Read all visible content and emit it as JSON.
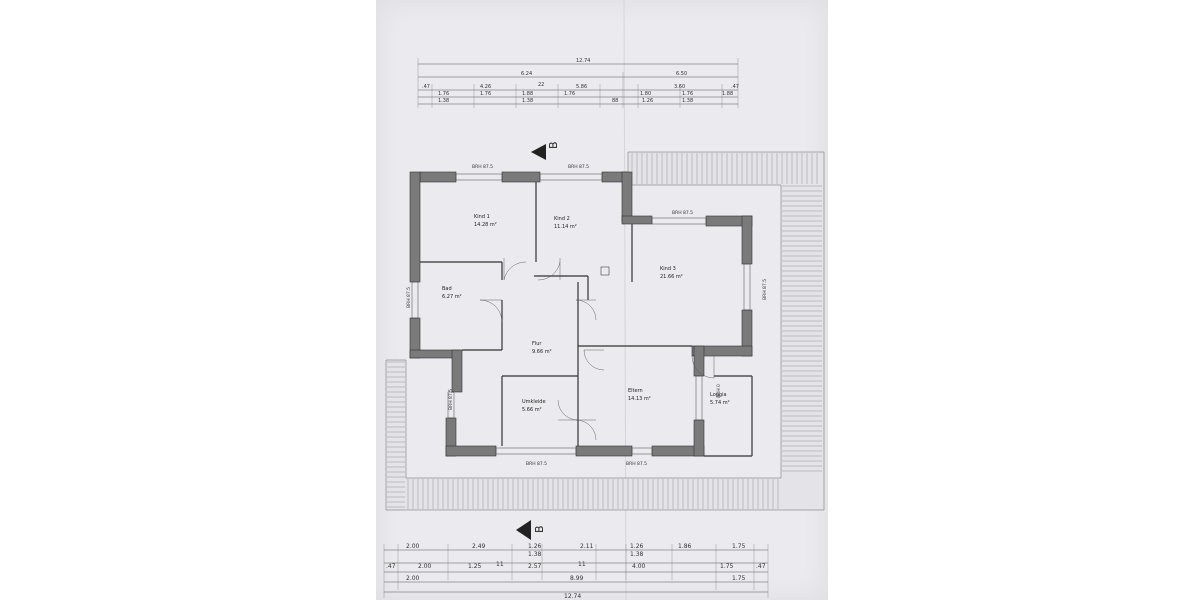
{
  "top_dims": {
    "row1": [
      "12.74"
    ],
    "row2": [
      "6.24",
      "6.50"
    ],
    "row3_partial": "22",
    "row4": [
      ".47",
      "4.26",
      "5.86",
      "3.60",
      ".47"
    ],
    "row5": [
      "1.76",
      "1.76",
      "1.88",
      "1.76",
      "1.80",
      "1.76",
      "1.88"
    ],
    "row6": [
      "1.38",
      "1.38",
      "1.38"
    ],
    "row7_mid": [
      "88",
      "1.26"
    ]
  },
  "section_marker": "B",
  "rooms": [
    {
      "name": "Kind 1",
      "area": "14.28 m²"
    },
    {
      "name": "Kind 2",
      "area": "11.14 m²"
    },
    {
      "name": "Kind 3",
      "area": "21.66 m²"
    },
    {
      "name": "Bad",
      "area": "6.27 m²"
    },
    {
      "name": "Flur",
      "area": "9.66 m²"
    },
    {
      "name": "Umkleide",
      "area": "5.66 m²"
    },
    {
      "name": "Eltern",
      "area": "14.13 m²"
    },
    {
      "name": "Loggia",
      "area": "5.74 m²"
    }
  ],
  "brh_labels": {
    "top_left": "BRH 87.5",
    "top_mid": "BRH 87.5",
    "kind3_top": "BRH 87.5",
    "right": "BRH 87.5",
    "left": "BRH 87.5",
    "left_lower": "BRH 87.5",
    "bottom_left": "BRH 87.5",
    "bottom_right": "BRH 87.5",
    "loggia": "BRH 0"
  },
  "bottom_dims": {
    "row1": [
      "2.00",
      "2.49",
      "1.26",
      "2.11",
      "1.26",
      "1.86",
      "1.75"
    ],
    "row2": [
      "1.38",
      "1.38"
    ],
    "row3": [
      ".47",
      "2.00",
      "1.25",
      "2.57",
      "4.00",
      "1.75",
      ".47"
    ],
    "row3_small": [
      "11",
      "11"
    ],
    "row4": [
      "2.00",
      "8.99",
      "1.75"
    ],
    "row5": [
      "12.74"
    ]
  }
}
